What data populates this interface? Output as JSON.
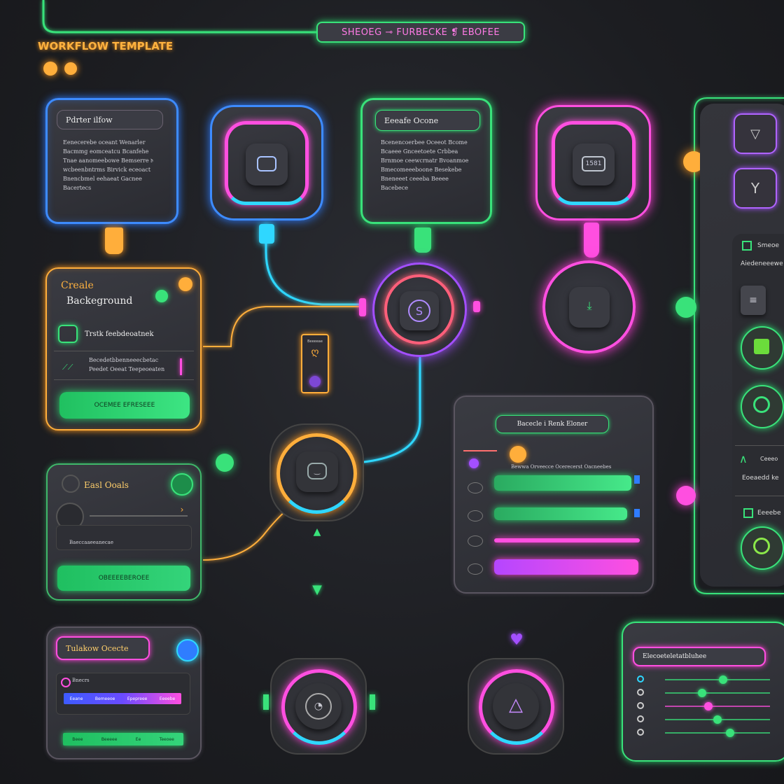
{
  "header": {
    "title_pill": "SHEOEG ⊸ FURBECKE ❡ EBOFEE",
    "workflow_template": "WORKFLOW TEMPLATE"
  },
  "card_blue": {
    "title": "Pdrter ilfow",
    "lines": [
      "Eenecerebe oceant Wenarler",
      "Bacmmg eomceatcu Bcanfehe",
      "Tnae aanomeebowe Bemserre 𝔡",
      "wcbeenbntrms Birvick eceoact",
      "Bnencbmel eehaeat Gacnee",
      "Bacertecs"
    ]
  },
  "card_green_top": {
    "title": "Eeeafe Ocone",
    "lines": [
      "Bcenencoerbee Oceeot Bcome",
      "Bcaeee Gnceetoete Crbbea",
      "Brnmoe ceewcrnatr Bvoanmoe",
      "Bmecomeeeboone Besekebe",
      "Bneneeet ceeeba Beeee",
      "Bacebece"
    ]
  },
  "node_pink_top": {
    "badge": "1581"
  },
  "create_card": {
    "title1": "Creale",
    "title2": "Backeground",
    "checkbox_label": "Trstk feebdeoatnek",
    "row2_text1": "Becedetbbenneeecbetac",
    "row2_text2": "Peedet Oeeat Teepeoeaten",
    "button_label": "OCEMEE EFRESEEE"
  },
  "small_card": {
    "top_label": "Beeeeae"
  },
  "easl_card": {
    "title": "Easl Ooals",
    "sub_text": "Baeccaaeeanecae",
    "button_label": "OBEEEEBEROEE"
  },
  "center_panel": {
    "header": "Bacecle i Renk Eloner",
    "row1_text": "Bewwa Orveecce Ocerecerst Oacneebes"
  },
  "workflow_card": {
    "title": "Tulakow Ocecte",
    "sub_label": "Bnecrs",
    "blue_row": [
      "Eeane",
      "Bemeeoe",
      "Epepreee",
      "Eeeebe"
    ],
    "green_row": [
      "Beee",
      "Beeeee",
      "Ee",
      "Teeoee"
    ]
  },
  "right_panel": {
    "label1": "Smeoe",
    "label2": "Aiedeneeewe",
    "label3": "Ceeeo",
    "label4": "Eoeaedd ke",
    "label5": "Eeeebe"
  },
  "sliders_card": {
    "title": "Elecoeteletatbluhee",
    "levels": [
      0.55,
      0.35,
      0.41,
      0.5,
      0.62
    ]
  },
  "colors": {
    "blue": "#3d8bff",
    "green": "#39e27a",
    "pink": "#ff4fe0",
    "orange": "#ffae3b",
    "cyan": "#2fd7ff",
    "purple": "#a34fff"
  }
}
